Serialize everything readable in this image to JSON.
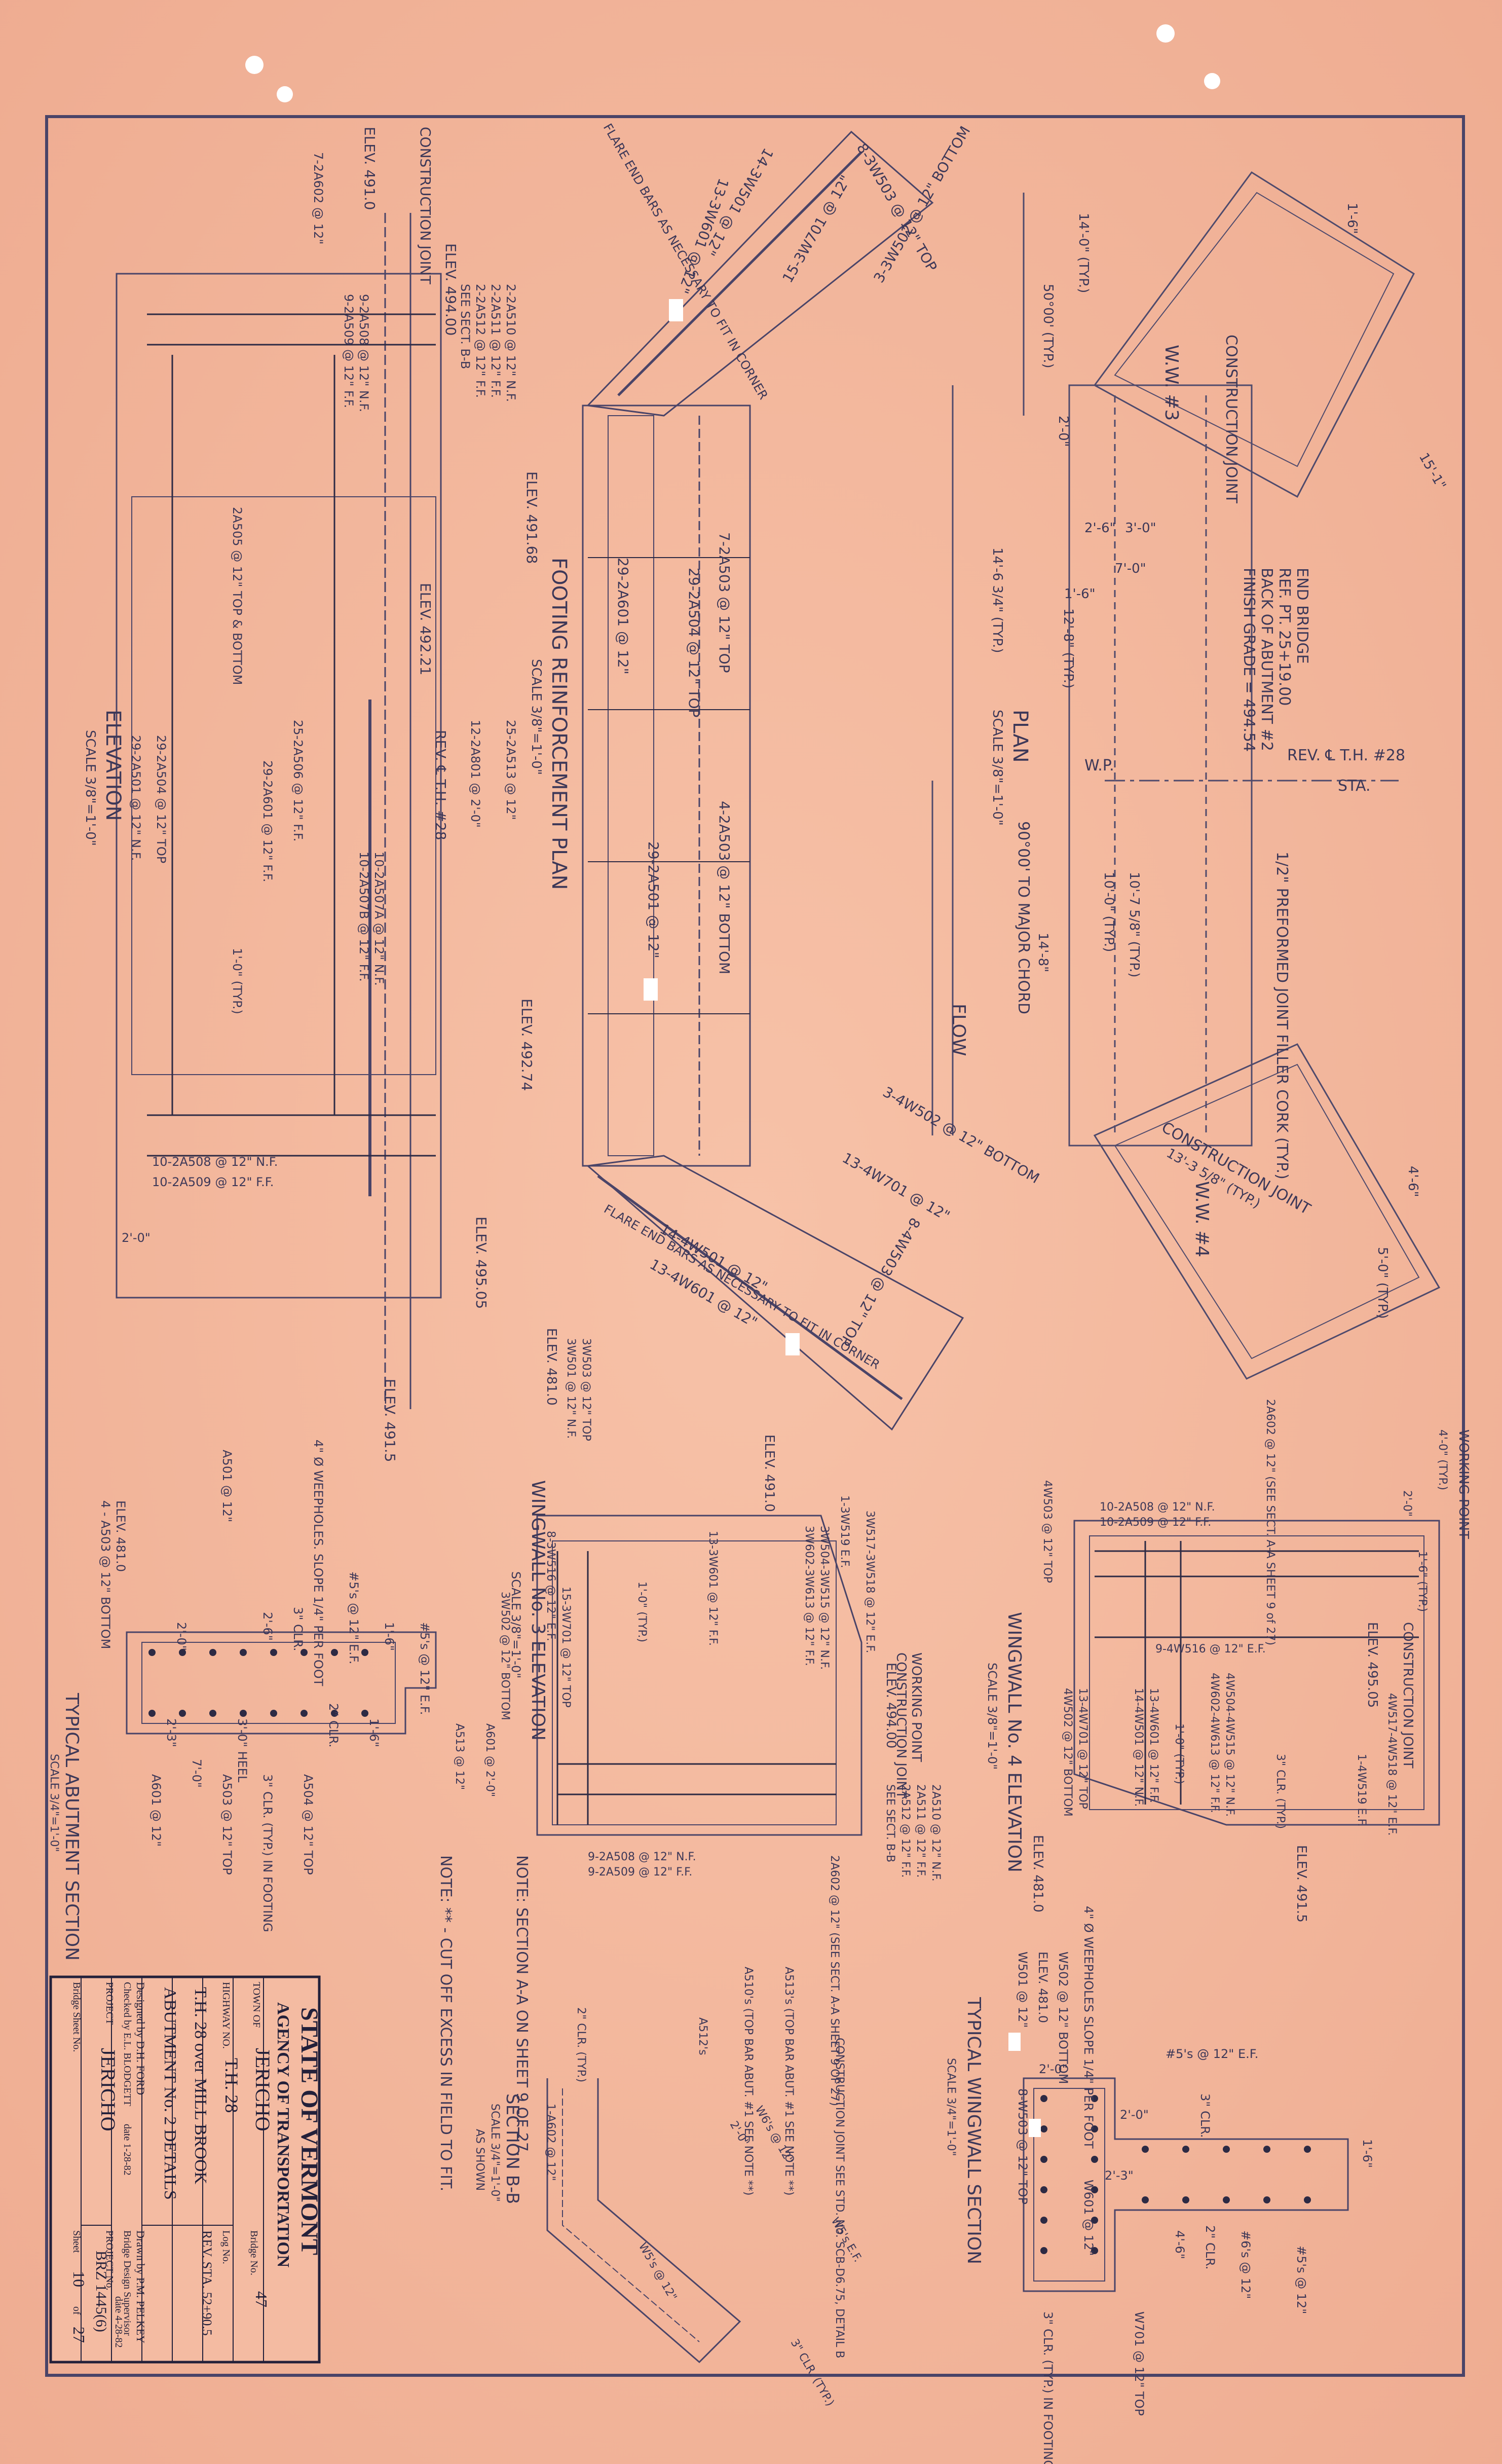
{
  "sheet_title": {
    "agency": "STATE OF VERMONT",
    "department": "AGENCY OF TRANSPORTATION",
    "town_label": "TOWN OF",
    "town": "JERICHO",
    "bridge_no_label": "Bridge No.",
    "bridge_no": "47",
    "highway_label": "HIGHWAY NO.",
    "highway": "T.H. 28",
    "log_label": "Log No.",
    "station": "REV. STA. 52+90.5",
    "crossing": "T.H. 28 over MILL BROOK",
    "subject": "ABUTMENT No. 2 DETAILS",
    "designed_by": "Designed by D.H. FORD",
    "drawn_by": "Drawn by P.M. PELKEY",
    "checked_by": "Checked by E.L. BLODGETT",
    "checked_date": "date 1-28-82",
    "supervisor_label": "Bridge Design Supervisor",
    "supervisor_date": "date 4-28-82",
    "project_label": "PROJECT",
    "project": "JERICHO",
    "project_no_label": "PROJECT No.",
    "project_no": "BRZ 1445(6)",
    "bridge_sheet_label": "Bridge Sheet No.",
    "sheet_label": "Sheet",
    "sheet_no": "10",
    "of_label": "of",
    "sheet_total": "27"
  },
  "views": {
    "plan": {
      "title": "PLAN",
      "scale": "SCALE 3/8\"=1'-0\""
    },
    "footing": {
      "title": "FOOTING REINFORCEMENT PLAN",
      "scale": "SCALE 3/8\"=1'-0\""
    },
    "elevation": {
      "title": "ELEVATION",
      "scale": "SCALE 3/8\"=1'-0\""
    },
    "wingwall3": {
      "title": "WINGWALL No. 3 ELEVATION",
      "scale": "SCALE 3/8\"=1'-0\""
    },
    "wingwall4": {
      "title": "WINGWALL No. 4 ELEVATION",
      "scale": "SCALE 3/8\"=1'-0\""
    },
    "abutment_section": {
      "title": "TYPICAL ABUTMENT SECTION",
      "scale": "SCALE 3/4\"=1'-0\""
    },
    "wingwall_section": {
      "title": "TYPICAL WINGWALL SECTION",
      "scale": "SCALE 3/4\"=1'-0\""
    },
    "section_bb": {
      "title": "SECTION B-B",
      "scale": "SCALE 3/4\"=1'-0\"",
      "as_shown": "AS SHOWN"
    }
  },
  "notes": {
    "note1": "NOTE: ** - CUT OFF EXCESS IN FIELD TO FIT.",
    "note2": "NOTE: SECTION A-A ON SHEET 9 OF 27."
  },
  "plan_labels": {
    "end_bridge": "END BRIDGE",
    "reference_point": "REF. PT. 25+19.00",
    "back_of_abutment": "BACK OF ABUTMENT #2",
    "finish_grade": "FINISH GRADE = 494.54",
    "rev_th": "REV. ℄ T.H. #28",
    "sta": "STA.",
    "ww3": "W.W. #3",
    "ww4": "W.W. #4",
    "construction_joint": "CONSTRUCTION JOINT",
    "filler": "1/2\" PREFORMED JOINT FILLER CORK (TYP.)",
    "major_chord": "90°00' TO MAJOR CHORD",
    "flow": "FLOW",
    "wp": "W.P.",
    "dims": [
      "14'-0\" (TYP.)",
      "50°00' (TYP.)",
      "2'-6\"",
      "3'-0\"",
      "7'-0\"",
      "1'-6\"",
      "14'-6 3/4\" (TYP.)",
      "12'-8\" (TYP.)",
      "10'-7 5/8\" (TYP.)",
      "10'-0\" (TYP.)",
      "14'-8\"",
      "13'-3 5/8\" (TYP.)",
      "4'-6\"",
      "5'-0\" (TYP.)",
      "15'-1\"",
      "1'-6\"",
      "2'-0\""
    ]
  },
  "footing_labels": {
    "bars": [
      "7-2A503 @ 12\" TOP",
      "29-2A504 @ 12\" TOP",
      "29-2A601 @ 12\"",
      "4-2A503 @ 12\" BOTTOM",
      "29-2A501 @ 12\"",
      "13-3W601 @ 12\"",
      "14-3W501 @ 12\"",
      "15-3W701 @ 12\"",
      "3-3W502 @ 12\" BOTTOM",
      "8-3W503 @ 12\" TOP",
      "3-4W502 @ 12\" BOTTOM",
      "13-4W701 @ 12\"",
      "14-4W501 @ 12\"",
      "13-4W601 @ 12\"",
      "8-4W503 @ 12\" TOP"
    ],
    "flare_note": "FLARE END BARS AS NECESSARY TO FIT IN CORNER"
  },
  "elevation_labels": {
    "elev_top": "ELEV. 494.00",
    "elev_a": "ELEV. 491.68",
    "elev_b": "ELEV. 492.21",
    "elev_c": "ELEV. 492.74",
    "elev_d": "ELEV. 495.05",
    "elev_e": "ELEV. 491.5",
    "elev_left": "ELEV. 491.0",
    "rev_th": "REV. ℄ T.H. #28",
    "construction_joint": "CONSTRUCTION JOINT",
    "bars": [
      "2-2A510 @ 12\" N.F.",
      "2-2A511 @ 12\" F.F.",
      "2-2A512 @ 12\" F.F.",
      "SEE SECT. B-B",
      "9-2A508 @ 12\" N.F.",
      "9-2A509 @ 12\" F.F.",
      "7-2A602 @ 12\"",
      "25-2A513 @ 12\"",
      "12-2A801 @ 2'-0\"",
      "10-2A507A @ 12\" N.F.",
      "10-2A507B @ 12\" F.F.",
      "29-2A601 @ 12\" F.F.",
      "25-2A506 @ 12\" F.F.",
      "2A505 @ 12\" TOP & BOTTOM",
      "29-2A504 @ 12\" TOP",
      "29-2A501 @ 12\" N.F.",
      "10-2A508 @ 12\" N.F.",
      "10-2A509 @ 12\" F.F.",
      "1'-0\" (TYP.)",
      "2'-0\""
    ]
  },
  "wingwall3_labels": {
    "elev_top": "ELEV. 491.0",
    "elev_bottom": "ELEV. 481.0",
    "elev_mid": "ELEV. 494.00",
    "working_point": "WORKING POINT",
    "construction_joint": "CONSTRUCTION JOINT",
    "bars": [
      "8-3W516 @ 12\" E.F.",
      "1-3W519 E.F.",
      "3W517-3W518 @ 12\" E.F.",
      "3W504-3W515 @ 12\" N.F.",
      "3W602-3W613 @ 12\" F.F.",
      "13-3W601 @ 12\" F.F.",
      "1'-0\" (TYP.)",
      "15-3W701 @ 12\" TOP",
      "3W502 @ 12\" BOTTOM",
      "3W501 @ 12\" N.F.",
      "3W503 @ 12\" TOP",
      "A601 @ 2'-0\"",
      "A513 @ 12\"",
      "9-2A508 @ 12\" N.F.",
      "9-2A509 @ 12\" F.F."
    ]
  },
  "wingwall4_labels": {
    "elev_top": "ELEV. 495.05",
    "elev_bottom": "ELEV. 481.0",
    "elev_right": "ELEV. 491.5",
    "working_point": "WORKING POINT",
    "construction_joint": "CONSTRUCTION JOINT",
    "bars": [
      "10-2A508 @ 12\" N.F.",
      "10-2A509 @ 12\" F.F.",
      "2A602 @ 12\" (SEE SECT. A-A SHEET 9 of 27)",
      "4W503 @ 12\" TOP",
      "9-4W516 @ 12\" E.F.",
      "4W504-4W515 @ 12\" N.F.",
      "4W602-4W613 @ 12\" F.F.",
      "4W517-4W518 @ 12\" E.F.",
      "1-4W519 E.F.",
      "13-4W601 @ 12\" F.F.",
      "14-4W501 @ 12\" N.F.",
      "13-4W701 @ 12\" TOP",
      "4W502 @ 12\" BOTTOM",
      "1'-0\" (TYP.)",
      "3\" CLR. (TYP.)",
      "4'-0\" (TYP.)",
      "2'-0\"",
      "1'-6\" (TYP.)"
    ]
  },
  "abutment_section_labels": {
    "items": [
      "4\" Ø WEEPHOLES. SLOPE 1/4\" PER FOOT",
      "A501 @ 12\"",
      "#5's @ 12\" E.F.",
      "3\" CLR.",
      "2'-6\"",
      "1'-6\"",
      "2'-0\"",
      "#5's @ 12\" E.F.",
      "2\" CLR.",
      "3'-0\" HEEL",
      "2'-3\"",
      "1'-6\"",
      "A504 @ 12\" TOP",
      "3\" CLR. (TYP.) IN FOOTING",
      "A503 @ 12\" TOP",
      "A601 @ 12\"",
      "ELEV. 481.0",
      "4 - A503 @ 12\" BOTTOM",
      "7'-0\""
    ]
  },
  "wingwall_section_labels": {
    "items": [
      "W501 @ 12\"",
      "ELEV. 481.0",
      "W502 @ 12\" BOTTOM",
      "8-W503 @ 12\" TOP",
      "4\" Ø WEEPHOLES SLOPE 1/4\" PER FOOT",
      "#5's @ 12\" E.F.",
      "3\" CLR.",
      "2'-0\"",
      "2'-0\"",
      "2'-3\"",
      "W601 @ 12\"",
      "#6's @ 12\"",
      "2\" CLR.",
      "4'-6\"",
      "#5's @ 12\"",
      "1'-6\"",
      "3\" CLR. (TYP.) IN FOOTING",
      "W701 @ 12\" TOP"
    ]
  },
  "section_bb_labels": {
    "items": [
      "2A510 @ 12\" N.F.",
      "2A511 @ 12\" F.F.",
      "2A512 @ 12\" F.F.",
      "SEE SECT. B-B",
      "2A602 @ 12\" (SEE SECT. A-A SHEET 9 OF 27)",
      "A513's (TOP BAR ABUT. #1 SEE NOTE **)",
      "A510's (TOP BAR ABUT. #1 SEE NOTE **)",
      "A512's",
      "2\" CLR. (TYP.)",
      "1-A602 @ 12\"",
      "W6's @ 12\"",
      "2'-0\"",
      "W5's E.F.",
      "W5's @ 12\"",
      "3\" CLR. (TYP.)",
      "CONSTRUCTION JOINT SEE STD. No. SCB-D6.75, DETAIL B"
    ]
  }
}
